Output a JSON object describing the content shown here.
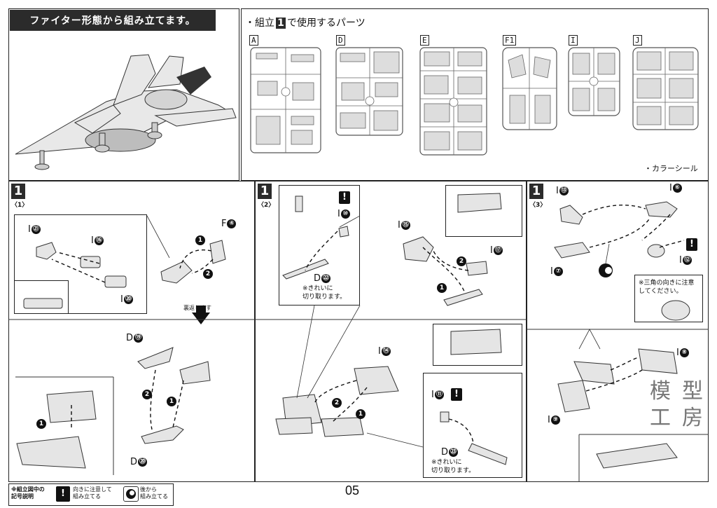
{
  "header": {
    "title": "ファイター形態から組み立てます。"
  },
  "parts_section": {
    "title": "・組立",
    "step_box": "1",
    "title_suffix": "で使用するパーツ",
    "sprues": [
      "A",
      "D",
      "E",
      "F1",
      "I",
      "J"
    ],
    "color_seal": "・カラーシール"
  },
  "steps": {
    "s1": {
      "num": "1",
      "sub": "〈1〉"
    },
    "s2": {
      "num": "1",
      "sub": "〈2〉"
    },
    "s3": {
      "num": "1",
      "sub": "〈3〉"
    }
  },
  "panel1": {
    "labels": {
      "i21": "I",
      "n21": "㉑",
      "i16": "I",
      "n16": "⑯",
      "i20": "I",
      "n20": "⑳",
      "f4": "F",
      "n4": "④",
      "d19": "D",
      "n19": "⑲",
      "d20": "D",
      "n20b": "⑳"
    },
    "flip": "裏返します",
    "arrows": [
      "1",
      "2",
      "1",
      "2",
      "1"
    ]
  },
  "panel2": {
    "labels": {
      "i10": "I",
      "n10": "⑩",
      "d22": "D",
      "n22": "㉒",
      "i15": "I",
      "n15": "⑮",
      "i17": "I",
      "n17": "⑰",
      "i14": "I",
      "n14": "⑭",
      "i11": "I",
      "n11": "⑪",
      "d23": "D",
      "n23": "㉓"
    },
    "note_cut1": "※きれいに\n切り取ります。",
    "note_cut2": "※きれいに\n切り取ります。",
    "arrows": [
      "1",
      "2",
      "2",
      "1"
    ]
  },
  "panel3": {
    "labels": {
      "i13": "I",
      "n13": "⑬",
      "i6": "I",
      "n6": "⑥",
      "i7": "I",
      "n7": "⑦",
      "i12": "I",
      "n12": "⑫",
      "i8": "I",
      "n8": "⑧",
      "i9": "I",
      "n9": "⑨"
    },
    "triangle_note": "※三角の向きに注意\nしてください。"
  },
  "legend": {
    "title": "※組立図中の\n記号説明",
    "orient": "向きに注意して\n組み立てる",
    "back": "後から\n組み立てる"
  },
  "watermark": "模型\n工房",
  "page_number": "05"
}
